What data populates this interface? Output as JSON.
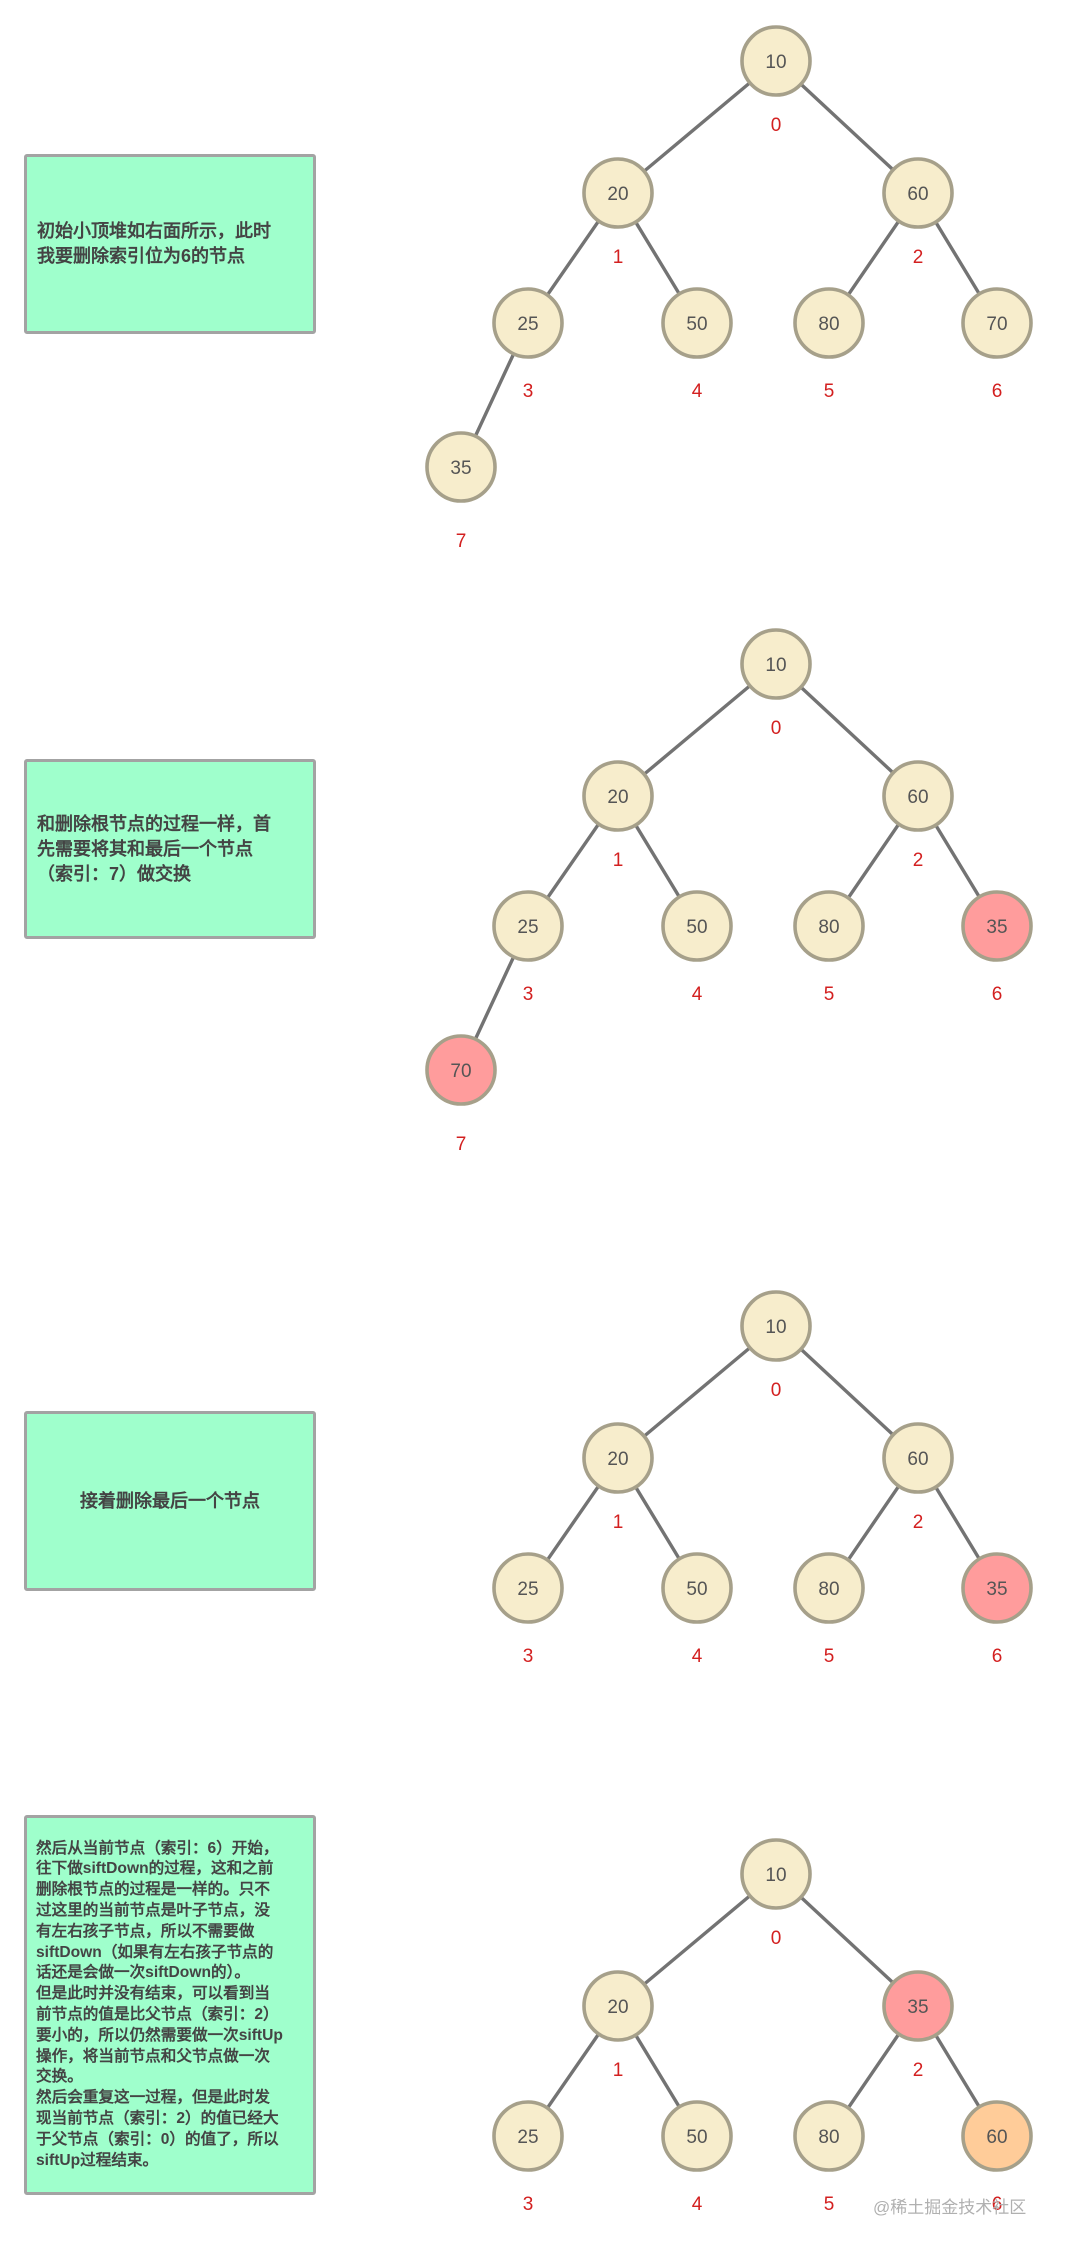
{
  "colors": {
    "node_default": "#f7edcc",
    "node_highlight": "#ff9c9c",
    "node_moved": "#ffcc99",
    "text_box_fill": "#9fffcc",
    "index_label": "#d32020"
  },
  "steps": [
    {
      "description": "初始小顶堆如右面所示，此时\n我要删除索引位为6的节点",
      "nodes": [
        {
          "value": "10",
          "index": "0",
          "state": "default"
        },
        {
          "value": "20",
          "index": "1",
          "state": "default"
        },
        {
          "value": "60",
          "index": "2",
          "state": "default"
        },
        {
          "value": "25",
          "index": "3",
          "state": "default"
        },
        {
          "value": "50",
          "index": "4",
          "state": "default"
        },
        {
          "value": "80",
          "index": "5",
          "state": "default"
        },
        {
          "value": "70",
          "index": "6",
          "state": "default"
        },
        {
          "value": "35",
          "index": "7",
          "state": "default"
        }
      ]
    },
    {
      "description": "和删除根节点的过程一样，首\n先需要将其和最后一个节点\n（索引：7）做交换",
      "nodes": [
        {
          "value": "10",
          "index": "0",
          "state": "default"
        },
        {
          "value": "20",
          "index": "1",
          "state": "default"
        },
        {
          "value": "60",
          "index": "2",
          "state": "default"
        },
        {
          "value": "25",
          "index": "3",
          "state": "default"
        },
        {
          "value": "50",
          "index": "4",
          "state": "default"
        },
        {
          "value": "80",
          "index": "5",
          "state": "default"
        },
        {
          "value": "35",
          "index": "6",
          "state": "highlight"
        },
        {
          "value": "70",
          "index": "7",
          "state": "highlight"
        }
      ]
    },
    {
      "description": "接着删除最后一个节点",
      "nodes": [
        {
          "value": "10",
          "index": "0",
          "state": "default"
        },
        {
          "value": "20",
          "index": "1",
          "state": "default"
        },
        {
          "value": "60",
          "index": "2",
          "state": "default"
        },
        {
          "value": "25",
          "index": "3",
          "state": "default"
        },
        {
          "value": "50",
          "index": "4",
          "state": "default"
        },
        {
          "value": "80",
          "index": "5",
          "state": "default"
        },
        {
          "value": "35",
          "index": "6",
          "state": "highlight"
        }
      ]
    },
    {
      "description": "然后从当前节点（索引：6）开始，\n往下做siftDown的过程，这和之前\n删除根节点的过程是一样的。只不\n过这里的当前节点是叶子节点，没\n有左右孩子节点，所以不需要做\nsiftDown（如果有左右孩子节点的\n话还是会做一次siftDown的）。\n但是此时并没有结束，可以看到当\n前节点的值是比父节点（索引：2）\n要小的，所以仍然需要做一次siftUp\n操作，将当前节点和父节点做一次\n交换。\n然后会重复这一过程，但是此时发\n现当前节点（索引：2）的值已经大\n于父节点（索引：0）的值了，所以\nsiftUp过程结束。",
      "nodes": [
        {
          "value": "10",
          "index": "0",
          "state": "default"
        },
        {
          "value": "20",
          "index": "1",
          "state": "default"
        },
        {
          "value": "35",
          "index": "2",
          "state": "highlight"
        },
        {
          "value": "25",
          "index": "3",
          "state": "default"
        },
        {
          "value": "50",
          "index": "4",
          "state": "default"
        },
        {
          "value": "80",
          "index": "5",
          "state": "default"
        },
        {
          "value": "60",
          "index": "6",
          "state": "moved"
        }
      ]
    }
  ],
  "watermark": "@稀土掘金技术社区"
}
